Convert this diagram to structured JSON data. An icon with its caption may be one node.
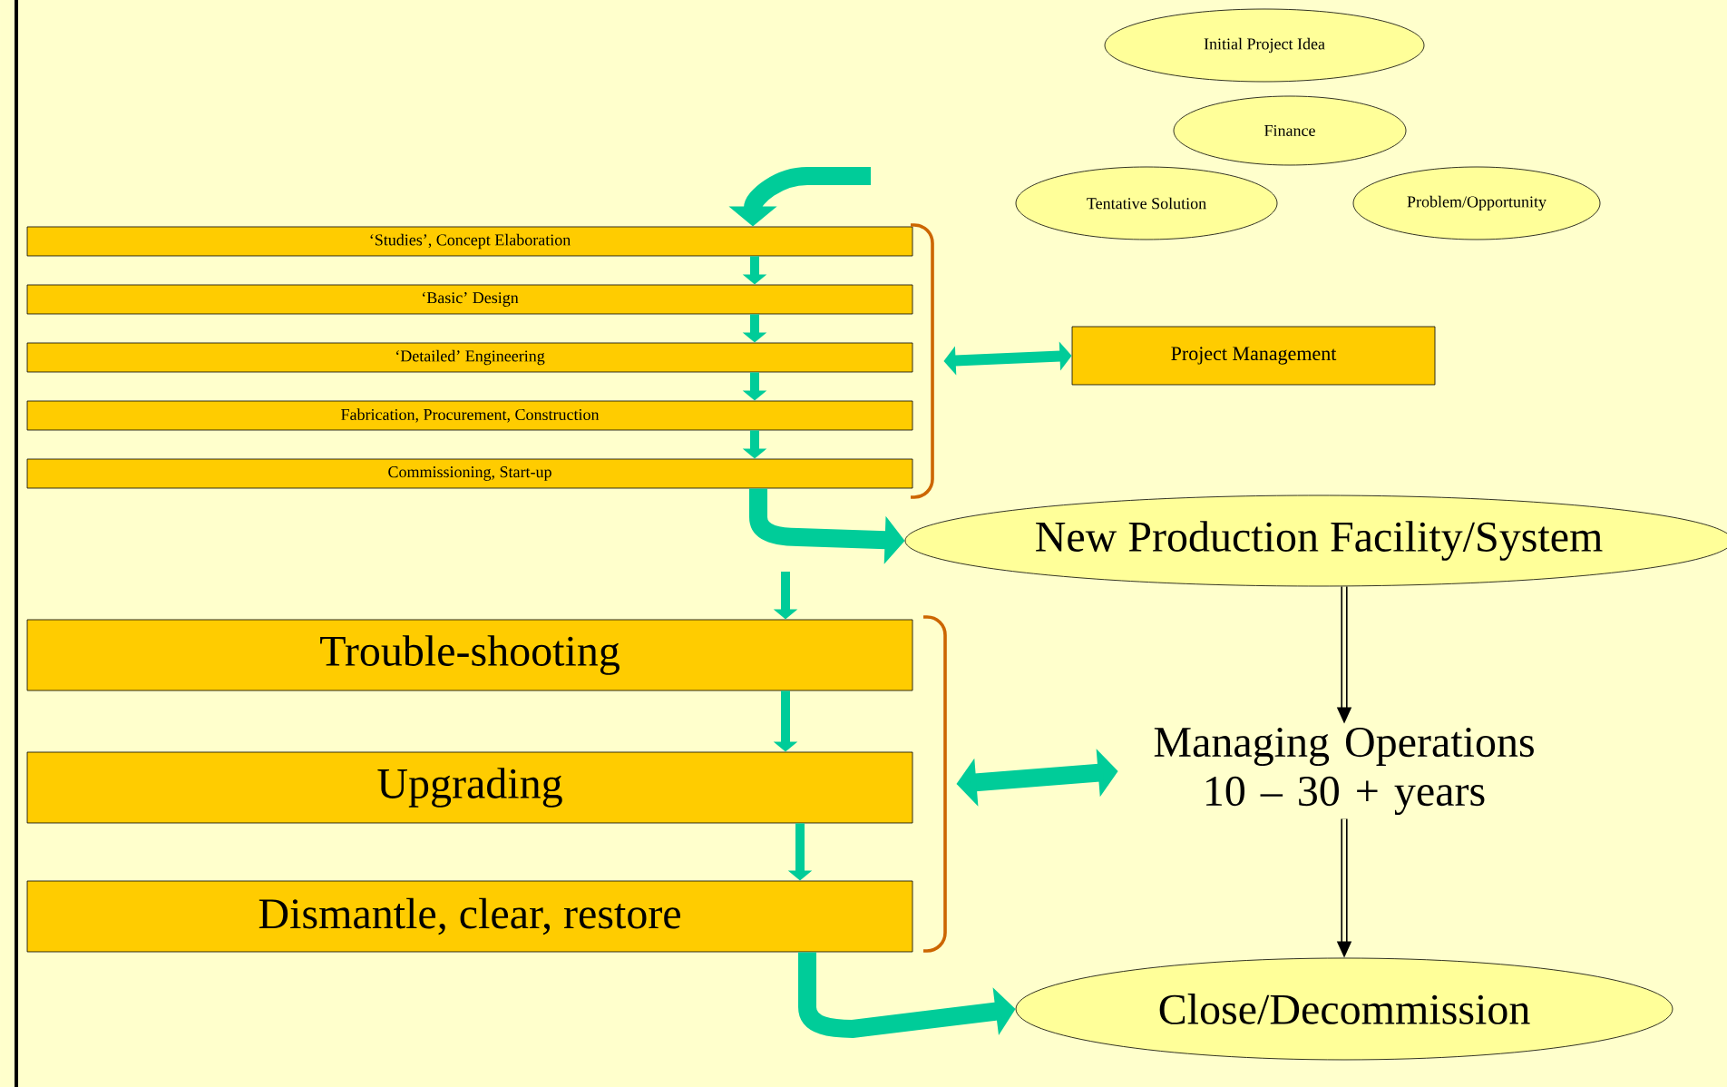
{
  "diagram": {
    "nodes": [
      {
        "text": [
          "Initial Project Idea"
        ]
      },
      {
        "text": [
          "Finance"
        ]
      },
      {
        "text": [
          "Tentative Solution"
        ]
      },
      {
        "text": [
          "Problem/Opportunity"
        ]
      },
      {
        "text": [
          "‘Studies’, Concept  Elaboration"
        ]
      },
      {
        "text": [
          "‘Basic’  Design"
        ]
      },
      {
        "text": [
          "‘Detailed’ Engineering"
        ]
      },
      {
        "text": [
          "Fabrication, Procurement, Construction"
        ]
      },
      {
        "text": [
          "Commissioning, Start-up"
        ]
      },
      {
        "text": [],
        "shape": "bracket"
      },
      {
        "text": [
          "Project Management"
        ]
      },
      {
        "text": [
          "New Production Facility/System"
        ]
      },
      {
        "text": [
          "Trouble-shooting"
        ]
      },
      {
        "text": [
          "Upgrading"
        ]
      },
      {
        "text": [
          "Dismantle, clear, restore"
        ]
      },
      {
        "text": [],
        "shape": "bracket"
      },
      {
        "text": [
          "Managing Operations 10 – 30 +  years"
        ]
      },
      {
        "text": [
          "Close/Decommission"
        ]
      }
    ],
    "edges": [
      {
        "from": null,
        "to": 4,
        "arrow": "to",
        "style": "thick"
      },
      {
        "from": 4,
        "to": 5,
        "arrow": "to"
      },
      {
        "from": 5,
        "to": 6,
        "arrow": "to"
      },
      {
        "from": 6,
        "to": 7,
        "arrow": "to"
      },
      {
        "from": 7,
        "to": 8,
        "arrow": "to"
      },
      {
        "from": 9,
        "to": 10,
        "arrow": "both"
      },
      {
        "from": 8,
        "to": 11,
        "arrow": "to",
        "style": "thick"
      },
      {
        "from": null,
        "to": 12,
        "arrow": "to"
      },
      {
        "from": 12,
        "to": 13,
        "arrow": "to"
      },
      {
        "from": 13,
        "to": 14,
        "arrow": "to"
      },
      {
        "from": 15,
        "to": 16,
        "arrow": "both",
        "style": "thick"
      },
      {
        "from": 11,
        "to": 16,
        "arrow": "to",
        "color": "#000000"
      },
      {
        "from": 16,
        "to": 17,
        "arrow": "to",
        "color": "#000000"
      },
      {
        "from": 14,
        "to": 17,
        "arrow": "to",
        "style": "thick"
      }
    ]
  }
}
